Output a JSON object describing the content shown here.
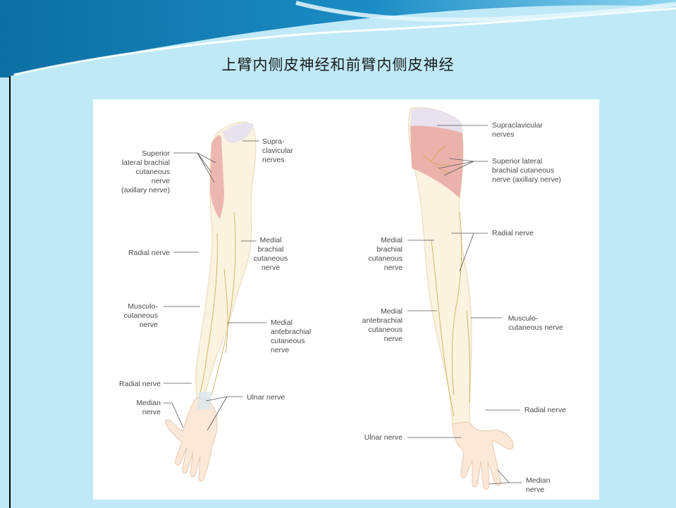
{
  "slide": {
    "title": "上臂内侧皮神经和前臂内侧皮神经",
    "colors": {
      "background": "#bfe9f7",
      "header_dark": "#0c6fa3",
      "header_mid": "#2aa0d4",
      "header_light": "#8fd6f2",
      "region_shade": "#e8a7a3"
    }
  },
  "figure": {
    "left_view": {
      "labels": {
        "supraclavicular": [
          "Supra-",
          "clavicular",
          "nerves"
        ],
        "superior_lateral": [
          "Superior",
          "lateral brachial",
          "cutaneous",
          "nerve",
          "(axillary nerve)"
        ],
        "radial_upper": [
          "Radial nerve"
        ],
        "medial_brachial": [
          "Medial",
          "brachial",
          "cutaneous",
          "nerve"
        ],
        "musculocutaneous": [
          "Musculo-",
          "cutaneous",
          "nerve"
        ],
        "medial_antebrachial": [
          "Medial",
          "antebrachial",
          "cutaneous",
          "nerve"
        ],
        "radial_lower": [
          "Radial nerve"
        ],
        "ulnar": [
          "Ulnar nerve"
        ],
        "median": [
          "Median",
          "nerve"
        ]
      }
    },
    "right_view": {
      "labels": {
        "supraclavicular": [
          "Supraclavicular",
          "nerves"
        ],
        "superior_lateral": [
          "Superior lateral",
          "brachial cutaneous",
          "nerve (axillary nerve)"
        ],
        "radial_upper": [
          "Radial nerve"
        ],
        "medial_brachial": [
          "Medial",
          "brachial",
          "cutaneous",
          "nerve"
        ],
        "medial_antebrachial": [
          "Medial",
          "antebrachial",
          "cutaneous",
          "nerve"
        ],
        "musculocutaneous": [
          "Musculo-",
          "cutaneous nerve"
        ],
        "radial_lower": [
          "Radial nerve"
        ],
        "ulnar": [
          "Ulnar nerve"
        ],
        "median": [
          "Median",
          "nerve"
        ]
      }
    }
  }
}
